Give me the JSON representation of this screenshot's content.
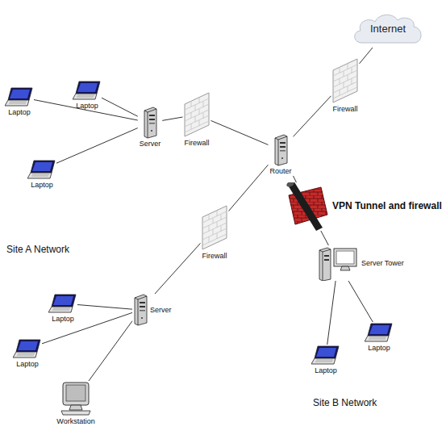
{
  "diagram": {
    "nodes": [
      {
        "text": [
          "Internet"
        ]
      },
      {
        "text": [
          "Laptop"
        ]
      },
      {
        "text": [
          "Laptop"
        ]
      },
      {
        "text": [
          "Laptop"
        ]
      },
      {
        "text": [
          "Server"
        ]
      },
      {
        "text": [
          "Firewall"
        ]
      },
      {
        "text": [
          "Firewall"
        ]
      },
      {
        "text": [
          "Router"
        ]
      },
      {
        "text": [
          "VPN Tunnel and firewall"
        ]
      },
      {
        "text": [
          "Firewall"
        ]
      },
      {
        "text": [
          "Server Tower"
        ]
      },
      {
        "text": [
          "Server"
        ]
      },
      {
        "text": [
          "Laptop"
        ]
      },
      {
        "text": [
          "Laptop"
        ]
      },
      {
        "text": [
          "Workstation"
        ]
      },
      {
        "text": [
          "Laptop"
        ]
      },
      {
        "text": [
          "Laptop"
        ]
      }
    ],
    "edges": [
      {
        "from": 1,
        "to": 4,
        "arrow": "none"
      },
      {
        "from": 2,
        "to": 4,
        "arrow": "none"
      },
      {
        "from": 3,
        "to": 4,
        "arrow": "none"
      },
      {
        "from": 4,
        "to": 5,
        "arrow": "none"
      },
      {
        "from": 5,
        "to": 7,
        "arrow": "none"
      },
      {
        "from": 7,
        "to": 6,
        "arrow": "none"
      },
      {
        "from": 6,
        "to": 0,
        "arrow": "none"
      },
      {
        "from": 7,
        "to": 8,
        "arrow": "none"
      },
      {
        "from": 8,
        "to": 10,
        "arrow": "none"
      },
      {
        "from": 7,
        "to": 9,
        "arrow": "none"
      },
      {
        "from": 9,
        "to": 11,
        "arrow": "none"
      },
      {
        "from": 11,
        "to": 12,
        "arrow": "none"
      },
      {
        "from": 11,
        "to": 13,
        "arrow": "none"
      },
      {
        "from": 11,
        "to": 14,
        "arrow": "none"
      },
      {
        "from": 10,
        "to": 15,
        "arrow": "none"
      },
      {
        "from": 10,
        "to": 16,
        "arrow": "none"
      }
    ],
    "labels": [
      "Site A Network",
      "Site B Network"
    ]
  }
}
